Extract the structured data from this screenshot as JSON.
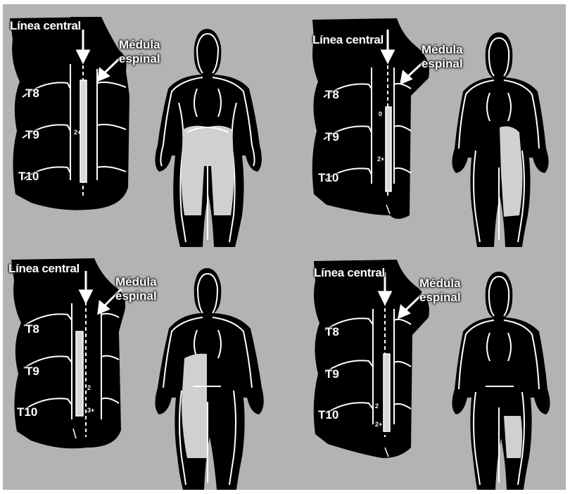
{
  "panels": [
    {
      "id": "top-left",
      "line_label": "Línea central",
      "cord_label_1": "Médula",
      "cord_label_2": "espinal",
      "vertebrae": [
        "T8",
        "T9",
        "T10"
      ],
      "markers": [
        "2+"
      ],
      "pattern": "bilateral"
    },
    {
      "id": "top-right",
      "line_label": "Línea central",
      "cord_label_1": "Médula",
      "cord_label_2": "espinal",
      "vertebrae": [
        "T8",
        "T9",
        "T10"
      ],
      "markers": [
        "0",
        "2+"
      ],
      "pattern": "right-side"
    },
    {
      "id": "bottom-left",
      "line_label": "Línea central",
      "cord_label_1": "Médula",
      "cord_label_2": "espinal",
      "vertebrae": [
        "T8",
        "T9",
        "T10"
      ],
      "markers": [
        "2",
        "3+"
      ],
      "pattern": "left-side"
    },
    {
      "id": "bottom-right",
      "line_label": "Línea central",
      "cord_label_1": "Médula",
      "cord_label_2": "espinal",
      "vertebrae": [
        "T8",
        "T9",
        "T10"
      ],
      "markers": [
        "2",
        "2+"
      ],
      "pattern": "right-leg"
    }
  ],
  "colors": {
    "background": "#b3b3b3",
    "ink": "#000000",
    "line": "#ffffff",
    "shading": "#cfcfcf"
  }
}
